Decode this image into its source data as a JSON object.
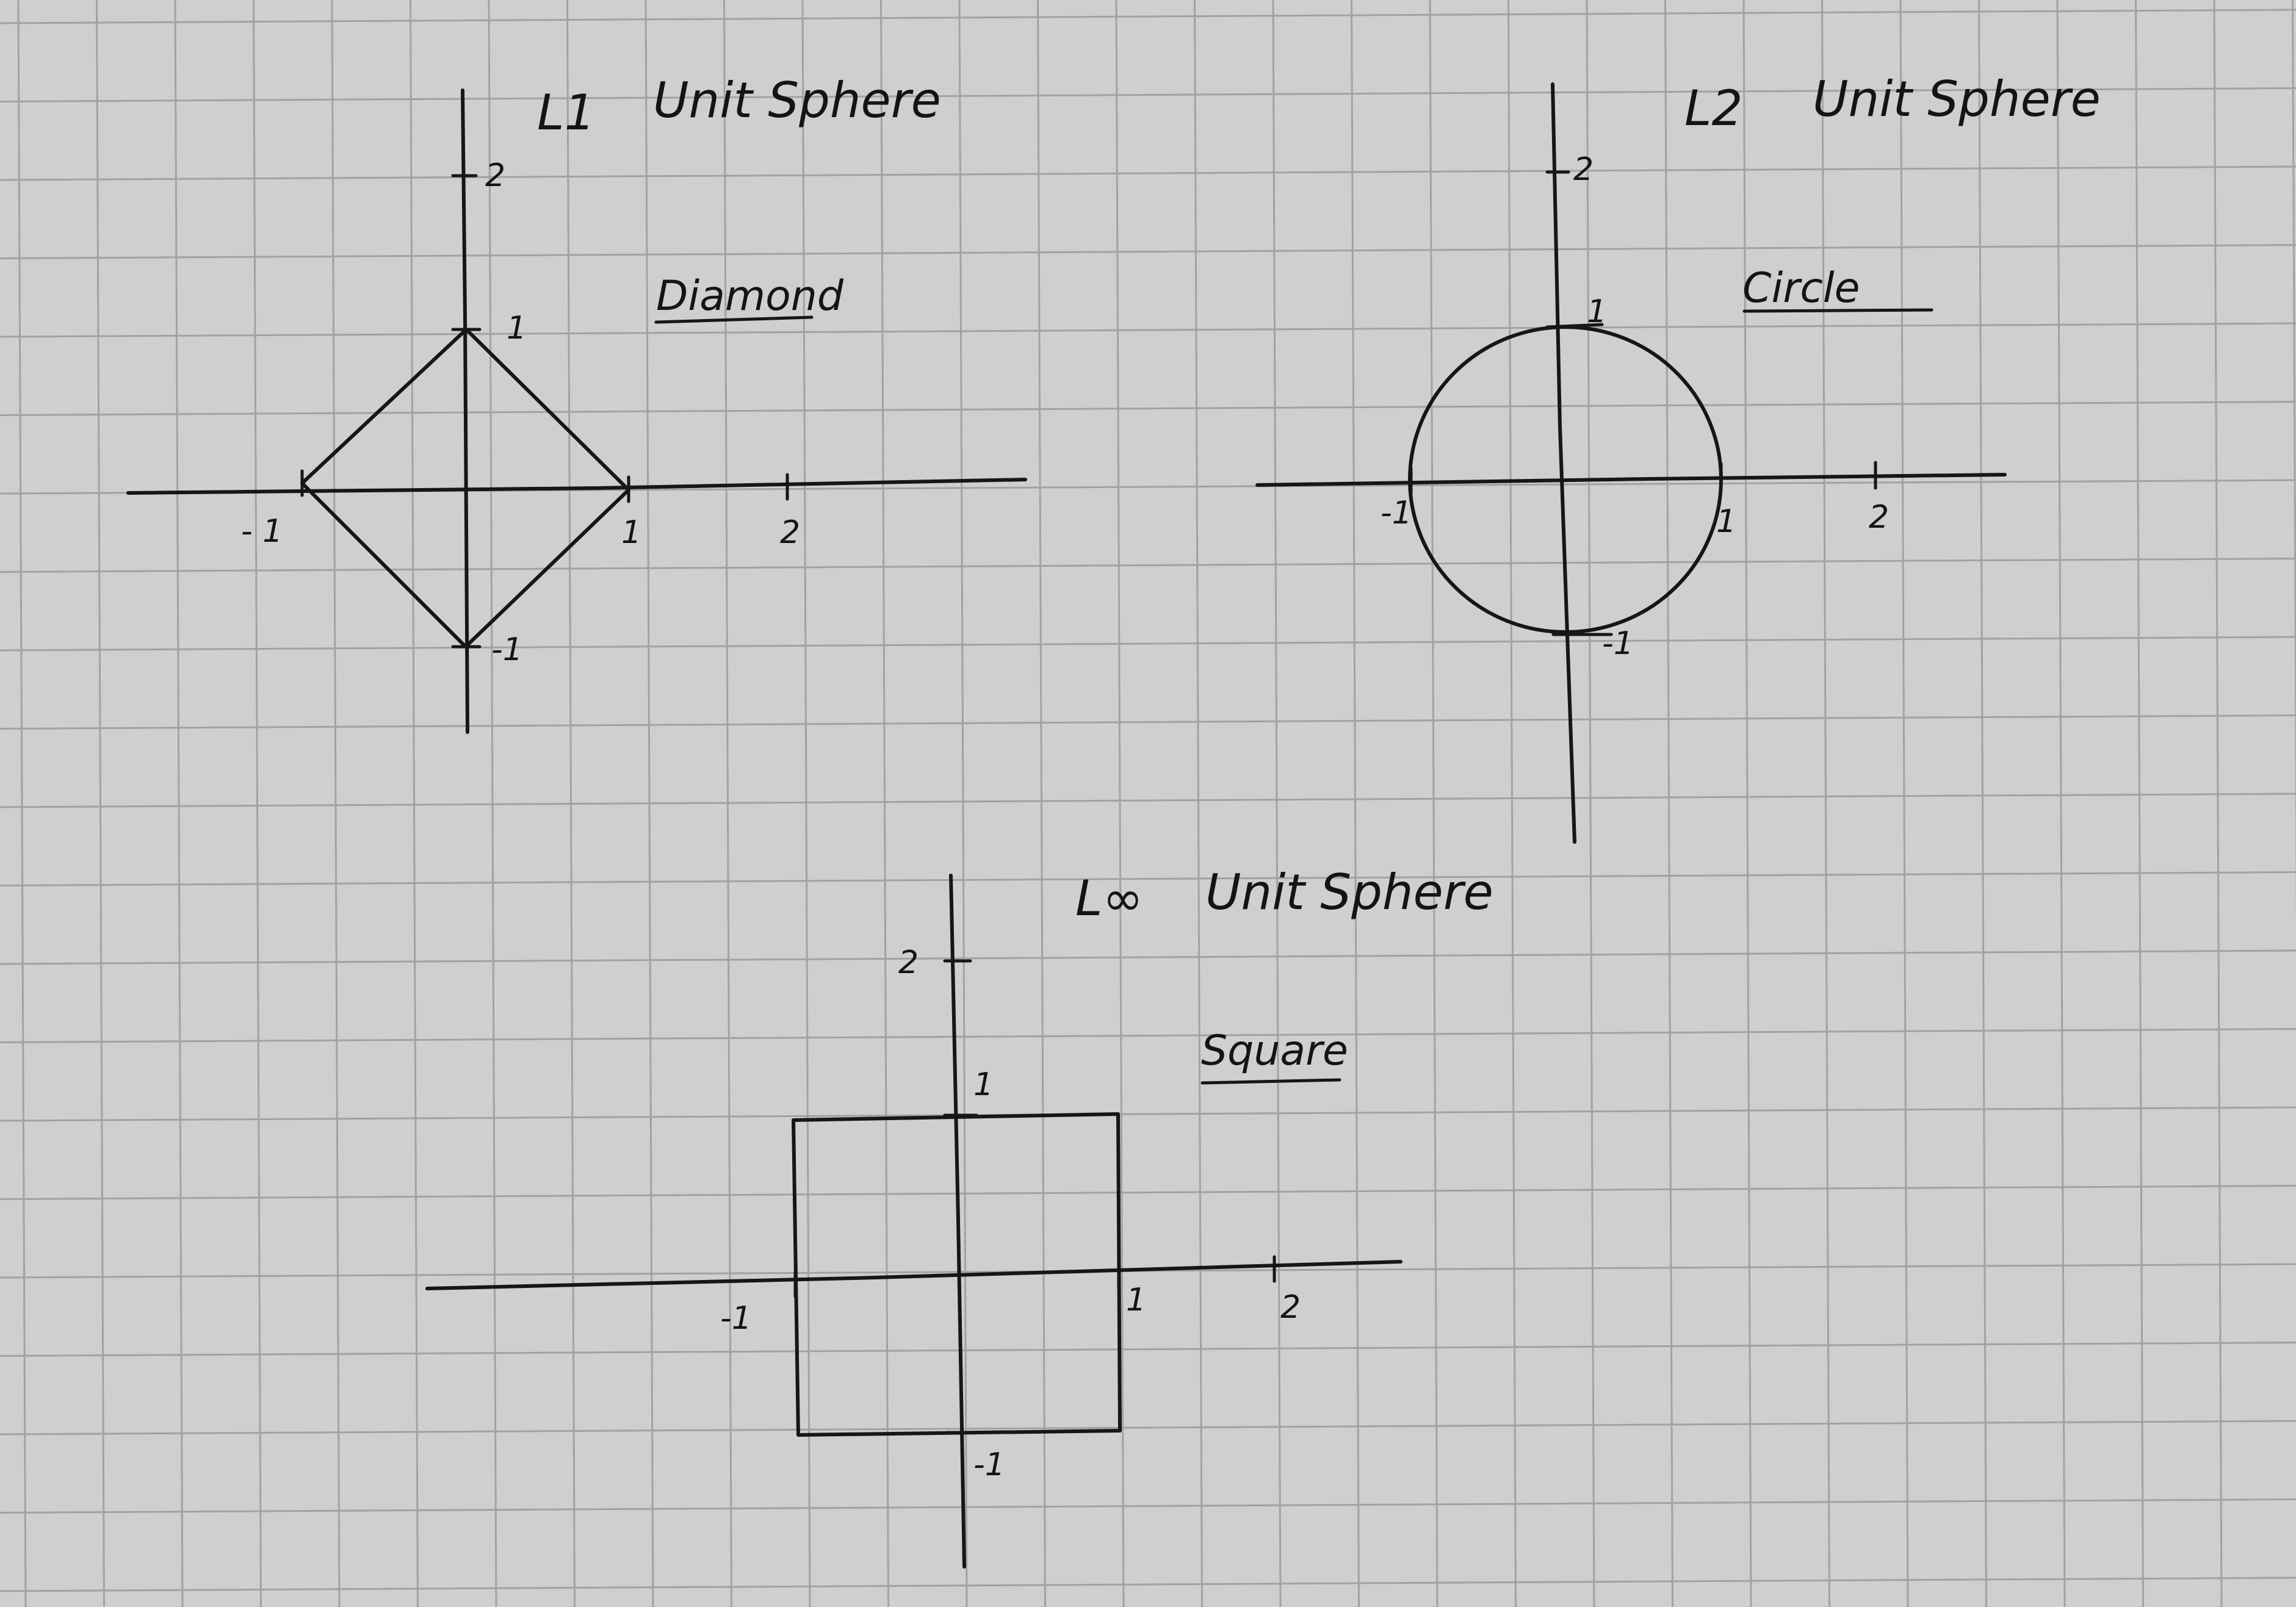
{
  "panels": {
    "l1": {
      "norm": "L1",
      "title": "Unit Sphere",
      "shape_label": "Diamond",
      "ticks": {
        "x_pos1": "1",
        "x_neg1": "- 1",
        "x_pos2": "2",
        "y_pos1": "1",
        "y_neg1": "-1",
        "y_pos2": "2"
      }
    },
    "l2": {
      "norm": "L2",
      "title": "Unit Sphere",
      "shape_label": "Circle",
      "ticks": {
        "x_pos1": "1",
        "x_neg1": "-1",
        "x_pos2": "2",
        "y_pos1": "1",
        "y_neg1": "-1",
        "y_pos2": "2"
      }
    },
    "linf": {
      "norm": "L∞",
      "title": "Unit Sphere",
      "shape_label": "Square",
      "ticks": {
        "x_pos1": "1",
        "x_neg1": "-1",
        "x_pos2": "2",
        "y_pos1": "1",
        "y_neg1": "-1",
        "y_pos2": "2"
      }
    }
  }
}
